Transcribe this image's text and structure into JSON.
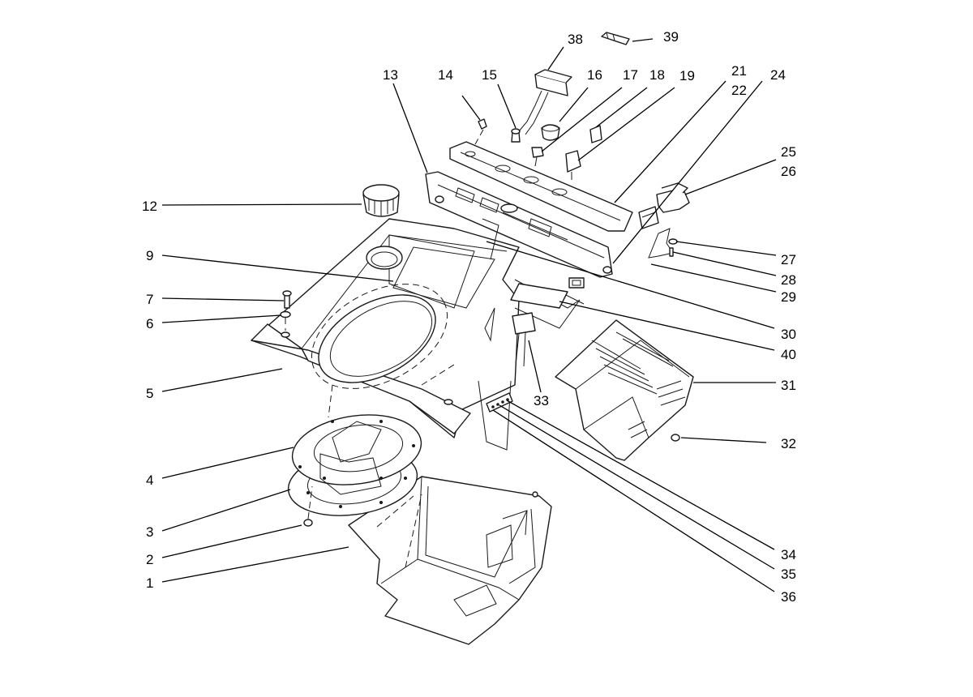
{
  "callouts": [
    {
      "label": "1"
    },
    {
      "label": "2"
    },
    {
      "label": "3"
    },
    {
      "label": "4"
    },
    {
      "label": "5"
    },
    {
      "label": "6"
    },
    {
      "label": "7"
    },
    {
      "label": "9"
    },
    {
      "label": "12"
    },
    {
      "label": "13"
    },
    {
      "label": "14"
    },
    {
      "label": "15"
    },
    {
      "label": "16"
    },
    {
      "label": "17"
    },
    {
      "label": "18"
    },
    {
      "label": "19"
    },
    {
      "label": "21"
    },
    {
      "label": "22"
    },
    {
      "label": "24"
    },
    {
      "label": "25"
    },
    {
      "label": "26"
    },
    {
      "label": "27"
    },
    {
      "label": "28"
    },
    {
      "label": "29"
    },
    {
      "label": "30"
    },
    {
      "label": "31"
    },
    {
      "label": "32"
    },
    {
      "label": "33"
    },
    {
      "label": "34"
    },
    {
      "label": "35"
    },
    {
      "label": "36"
    },
    {
      "label": "38"
    },
    {
      "label": "39"
    },
    {
      "label": "40"
    }
  ]
}
